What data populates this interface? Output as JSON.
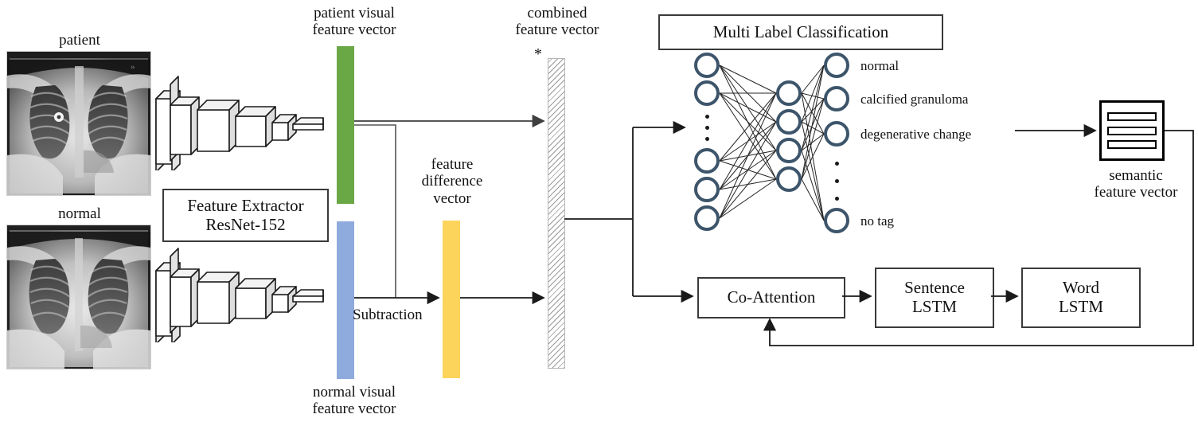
{
  "figure": {
    "title": "Medical report generation architecture",
    "type": "block-diagram"
  },
  "inputs": {
    "patient_label": "patient",
    "normal_label": "normal"
  },
  "extractor": {
    "line1": "Feature Extractor",
    "line2": "ResNet-152",
    "icon_name": "cnn-stack-icon"
  },
  "vectors": {
    "patient_visual": "patient visual\nfeature vector",
    "patient_visual_l1": "patient visual",
    "patient_visual_l2": "feature vector",
    "normal_visual_l1": "normal visual",
    "normal_visual_l2": "feature vector",
    "difference_l1": "feature",
    "difference_l2": "difference",
    "difference_l3": "vector",
    "combined_l1": "combined",
    "combined_l2": "feature vector",
    "combined_marker": "*",
    "semantic_l1": "semantic",
    "semantic_l2": "feature vector"
  },
  "operations": {
    "subtraction": "Subtraction"
  },
  "classifier": {
    "title": "Multi Label Classification",
    "output_labels": [
      "normal",
      "calcified granuloma",
      "degenerative change",
      "no tag"
    ],
    "input_nodes": 5,
    "hidden_nodes": 4,
    "output_nodes": 4
  },
  "generator": {
    "co_attention": "Co-Attention",
    "sentence_lstm_l1": "Sentence",
    "sentence_lstm_l2": "LSTM",
    "word_lstm_l1": "Word",
    "word_lstm_l2": "LSTM"
  },
  "colors": {
    "patient_vector": "#6aa745",
    "normal_vector": "#8faadc",
    "difference_vector": "#fcd45c",
    "node_stroke": "#3d556b",
    "line": "#1a1a1a"
  }
}
